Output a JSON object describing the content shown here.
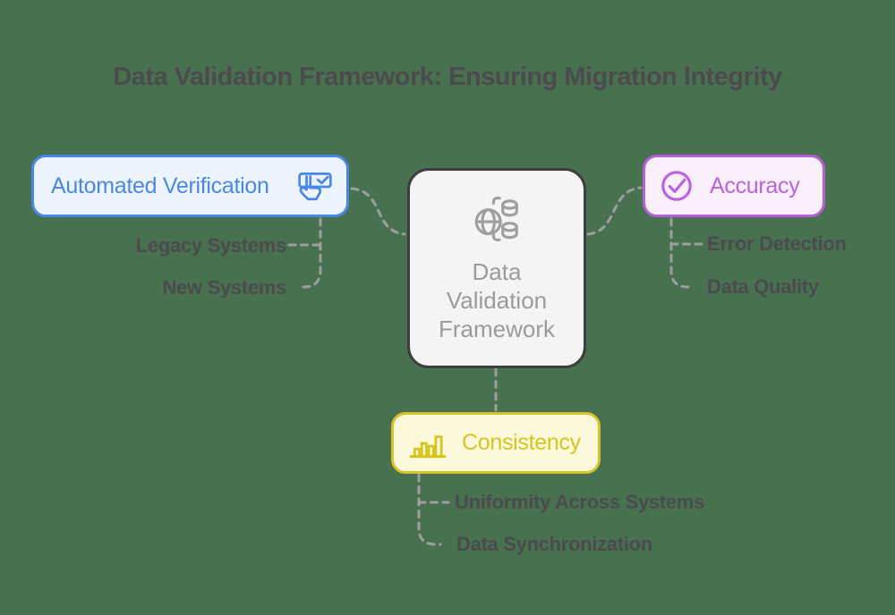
{
  "title": "Data Validation Framework: Ensuring Migration Integrity",
  "center": {
    "icon": "globe-databases-icon",
    "lines": [
      "Data",
      "Validation",
      "Framework"
    ]
  },
  "branches": {
    "automated_verification": {
      "label": "Automated Verification",
      "icon": "tap-check-icon",
      "children": [
        "Legacy Systems",
        "New Systems"
      ]
    },
    "accuracy": {
      "label": "Accuracy",
      "icon": "circle-check-icon",
      "children": [
        "Error Detection",
        "Data Quality"
      ]
    },
    "consistency": {
      "label": "Consistency",
      "icon": "bar-chart-icon",
      "children": [
        "Uniformity Across Systems",
        "Data Synchronization"
      ]
    }
  },
  "colors": {
    "background": "#48714F",
    "title_text": "#4B4B4E",
    "connector": "#9E9E9E",
    "blue_border": "#4A86E8",
    "blue_bg": "#EDF4FE",
    "blue_text": "#4A87E8",
    "purple_border": "#B55FD9",
    "purple_bg": "#FAF0FB",
    "purple_text": "#BB61E3",
    "yellow_border": "#D6C32A",
    "yellow_bg": "#FBF8DC",
    "yellow_text": "#D8C41D",
    "center_border": "#3E3E3E",
    "center_bg": "#F4F4F4",
    "center_text": "#9B9B9B"
  }
}
